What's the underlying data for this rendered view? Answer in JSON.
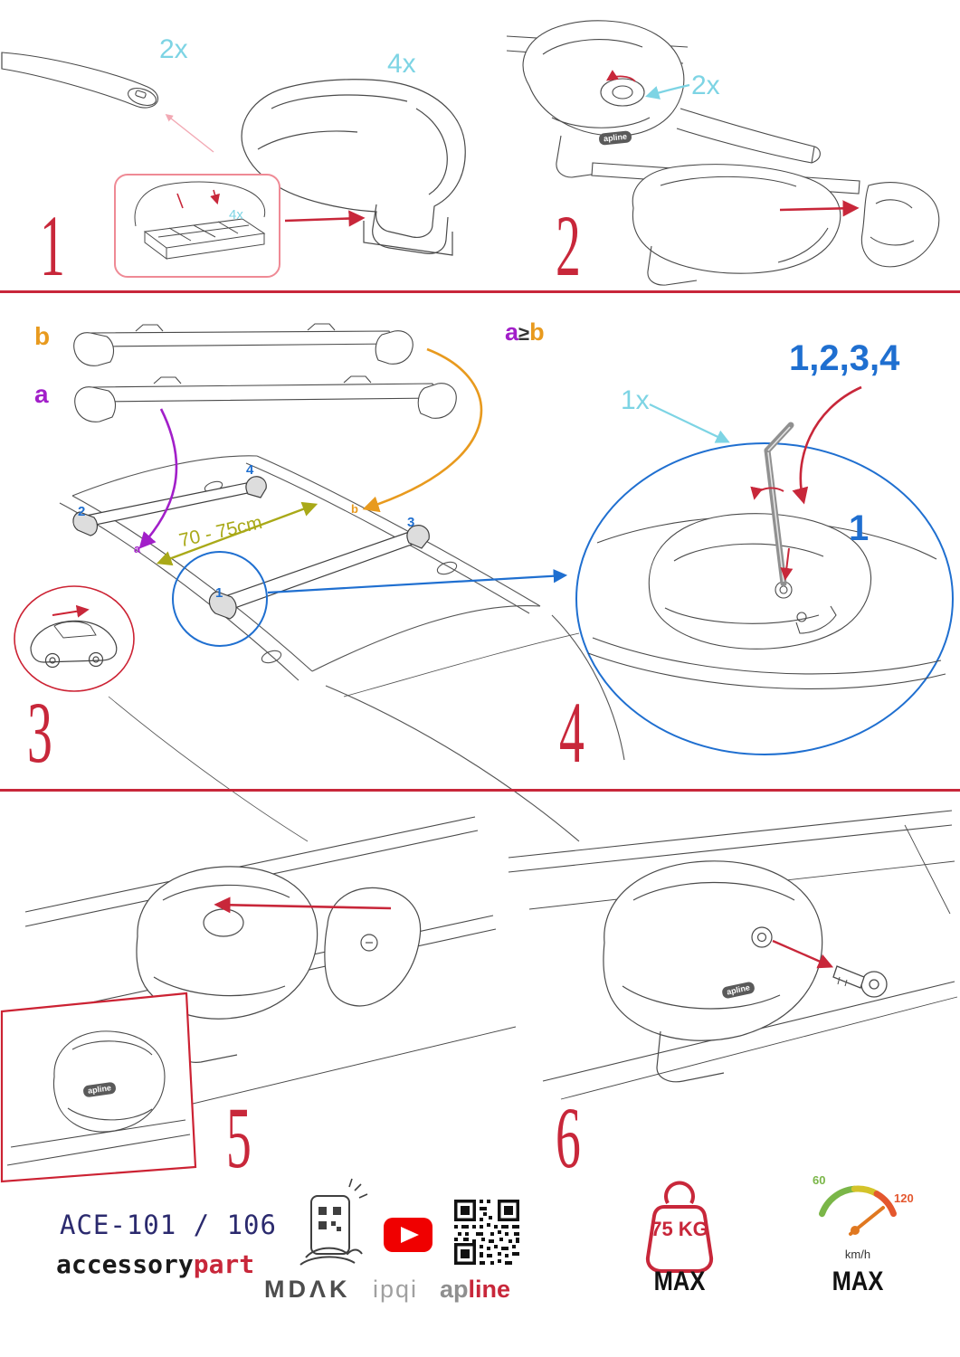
{
  "colors": {
    "accent_red": "#c8273a",
    "cyan": "#7dd4e4",
    "blue": "#1f6fd0",
    "purple": "#a21fc9",
    "orange": "#e89a1e",
    "olive": "#a9a918",
    "navy": "#2b2a6e",
    "green": "#7ab648"
  },
  "step1": {
    "number": "1",
    "bar_qty": "2x",
    "foot_qty": "4x",
    "pad_qty": "4x"
  },
  "step2": {
    "number": "2",
    "knob_qty": "2x"
  },
  "step3": {
    "number": "3",
    "bar_b": "b",
    "bar_a": "a",
    "distance": "70 - 75cm",
    "pos_1": "1",
    "pos_2": "2",
    "pos_3": "3",
    "pos_4": "4",
    "pos_a": "a",
    "pos_b": "b"
  },
  "step4": {
    "number": "4",
    "cond_a": "a",
    "cond_op": "≥",
    "cond_b": "b",
    "tighten_order": "1,2,3,4",
    "tool_qty": "1x",
    "first_pos": "1"
  },
  "step5": {
    "number": "5"
  },
  "step6": {
    "number": "6"
  },
  "badge": "apline",
  "footer": {
    "model": "ACE-101 / 106",
    "brand_black": "accessory",
    "brand_red": "part",
    "mdak": "MDΛK",
    "ipqi": "ipqi",
    "apline_gray": "ap",
    "apline_red": "line",
    "weight": "75 KG",
    "weight_max": "MAX",
    "speed_low": "60",
    "speed_high": "120",
    "speed_unit": "km/h",
    "speed_max": "MAX"
  }
}
